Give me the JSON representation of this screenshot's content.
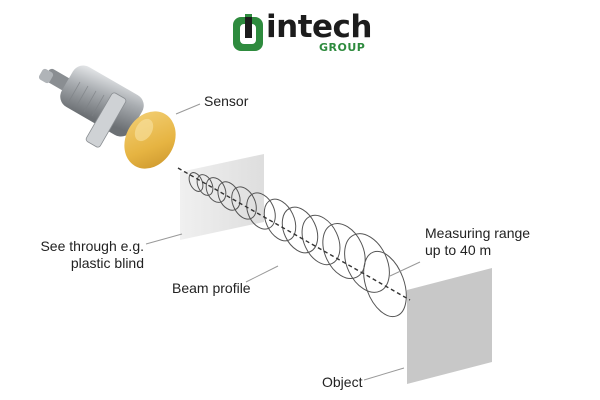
{
  "logo": {
    "word": "intech",
    "sub": "GROUP",
    "color_green": "#2e8b3e",
    "color_dark": "#1c1c1c"
  },
  "labels": {
    "sensor": "Sensor",
    "see_through_line1": "See through e.g.",
    "see_through_line2": "plastic blind",
    "beam_profile": "Beam profile",
    "measuring_range_line1": "Measuring range",
    "measuring_range_line2": "up to 40 m",
    "object": "Object"
  },
  "colors": {
    "panel": "#e2e2e2",
    "object": "#c8c8c8",
    "sensor_cap": "#e6b442",
    "sensor_body": "#b8bcc0",
    "beam": "#555555",
    "leader": "#999999"
  },
  "icons": {
    "logo": "intech-logo-icon",
    "sensor": "proximity-sensor-icon"
  }
}
